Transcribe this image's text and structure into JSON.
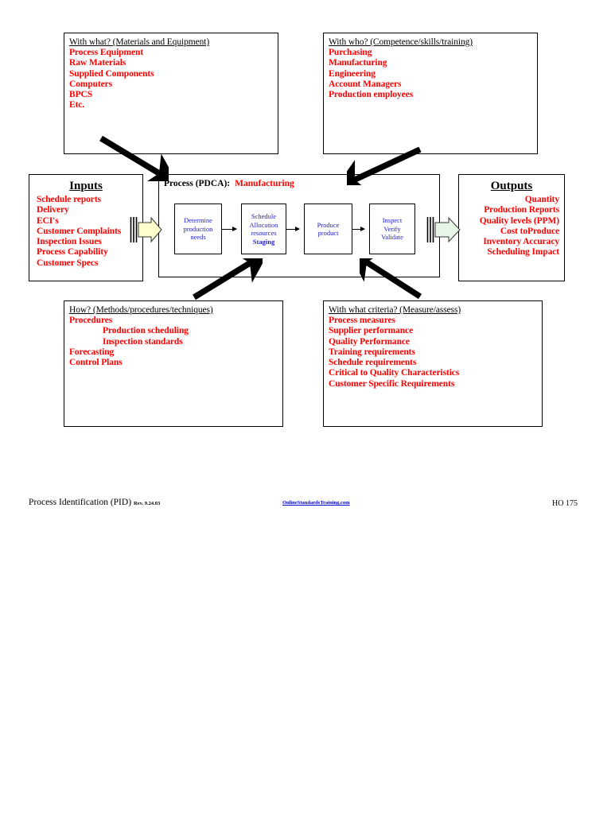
{
  "document": {
    "type": "process-identification-diagram",
    "colors": {
      "red_text": "#ff0000",
      "blue_text": "#2222cc",
      "link": "#0000cc",
      "input_arrow_fill": "#ffffcc",
      "output_arrow_fill": "#e6f5e6",
      "border": "#000000"
    }
  },
  "context_boxes": {
    "with_what": {
      "title": "With what? (Materials and Equipment)",
      "items": [
        "Process Equipment",
        "Raw Materials",
        "Supplied Components",
        "Computers",
        "BPCS",
        "Etc."
      ]
    },
    "with_who": {
      "title": "With who? (Competence/skills/training)",
      "items": [
        "Purchasing",
        "Manufacturing",
        "Engineering",
        "Account Managers",
        "Production employees"
      ]
    },
    "how": {
      "title": "How? (Methods/procedures/techniques)",
      "items": [
        {
          "label": "Procedures",
          "indent": false
        },
        {
          "label": "Production scheduling",
          "indent": true
        },
        {
          "label": "Inspection standards",
          "indent": true
        },
        {
          "label": "Forecasting",
          "indent": false
        },
        {
          "label": "Control Plans",
          "indent": false
        }
      ]
    },
    "criteria": {
      "title": "With what criteria? (Measure/assess)",
      "items": [
        "Process measures",
        "Supplier performance",
        "Quality Performance",
        "Training requirements",
        "Schedule requirements",
        "Critical to Quality Characteristics",
        "Customer Specific Requirements"
      ]
    }
  },
  "inputs": {
    "heading": "Inputs",
    "items": [
      "Schedule reports",
      "Delivery",
      "ECI's",
      "Customer Complaints",
      "Inspection Issues",
      "Process Capability",
      "Customer Specs"
    ]
  },
  "outputs": {
    "heading": "Outputs",
    "items": [
      "Quantity",
      "Production Reports",
      "Quality levels (PPM)",
      "Cost toProduce",
      "Inventory Accuracy",
      "Scheduling Impact"
    ]
  },
  "process": {
    "label": "Process (PDCA):",
    "name": "Manufacturing",
    "steps": [
      {
        "lines": [
          {
            "text": "Determine",
            "bold": false
          },
          {
            "text": "production",
            "bold": false
          },
          {
            "text": "needs",
            "bold": false
          }
        ]
      },
      {
        "lines": [
          {
            "text": "Schedule",
            "bold": false
          },
          {
            "text": "Allocation",
            "bold": false
          },
          {
            "text": "resources",
            "bold": false
          },
          {
            "text": "Staging",
            "bold": true
          }
        ]
      },
      {
        "lines": [
          {
            "text": "Produce",
            "bold": false
          },
          {
            "text": "product",
            "bold": false
          }
        ]
      },
      {
        "lines": [
          {
            "text": "Inspect",
            "bold": false
          },
          {
            "text": "Verify",
            "bold": false
          },
          {
            "text": "Validate",
            "bold": false
          }
        ]
      }
    ]
  },
  "footer": {
    "left": "Process Identification (PID)",
    "revision": "Rev. 9.24.03",
    "link": "OnlineStandardsTraining.com",
    "right": "HO 175"
  }
}
